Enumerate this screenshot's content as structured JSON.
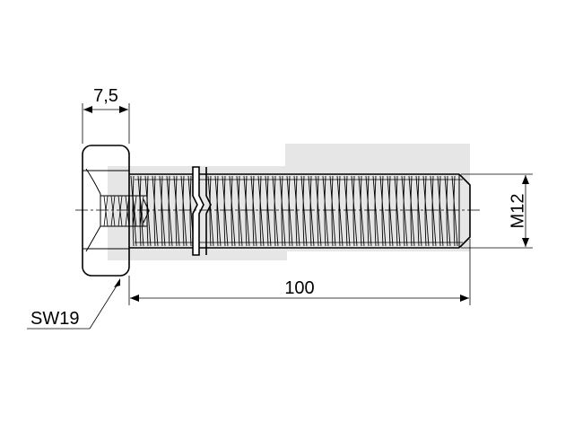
{
  "drawing": {
    "head_width_label": "7,5",
    "length_label": "100",
    "thread_label": "M12",
    "wrench_label": "SW19"
  },
  "colors": {
    "line": "#000000",
    "watermark": "#e6e6e6",
    "background": "#ffffff"
  }
}
